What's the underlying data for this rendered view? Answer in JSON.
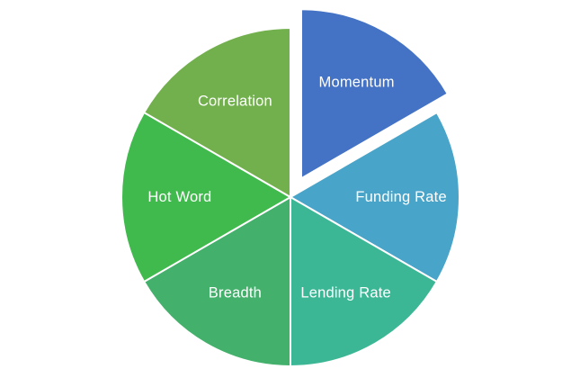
{
  "chart_data": {
    "type": "pie",
    "title": "",
    "labels": [
      "Momentum",
      "Funding Rate",
      "Lending Rate",
      "Breadth",
      "Hot Word",
      "Correlation"
    ],
    "values": [
      1,
      1,
      1,
      1,
      1,
      1
    ],
    "slice_angle_deg": 60,
    "start_angle_deg": 0,
    "direction": "clockwise",
    "exploded_slice": "Momentum",
    "colors": [
      "#4472c4",
      "#48a4c8",
      "#3cb795",
      "#43b06b",
      "#40ba4d",
      "#72b04d"
    ],
    "slice_border_color": "#ffffff",
    "label_color": "#ffffff",
    "background": "#ffffff",
    "legend": "none",
    "data_labels": "category-name-inside"
  }
}
